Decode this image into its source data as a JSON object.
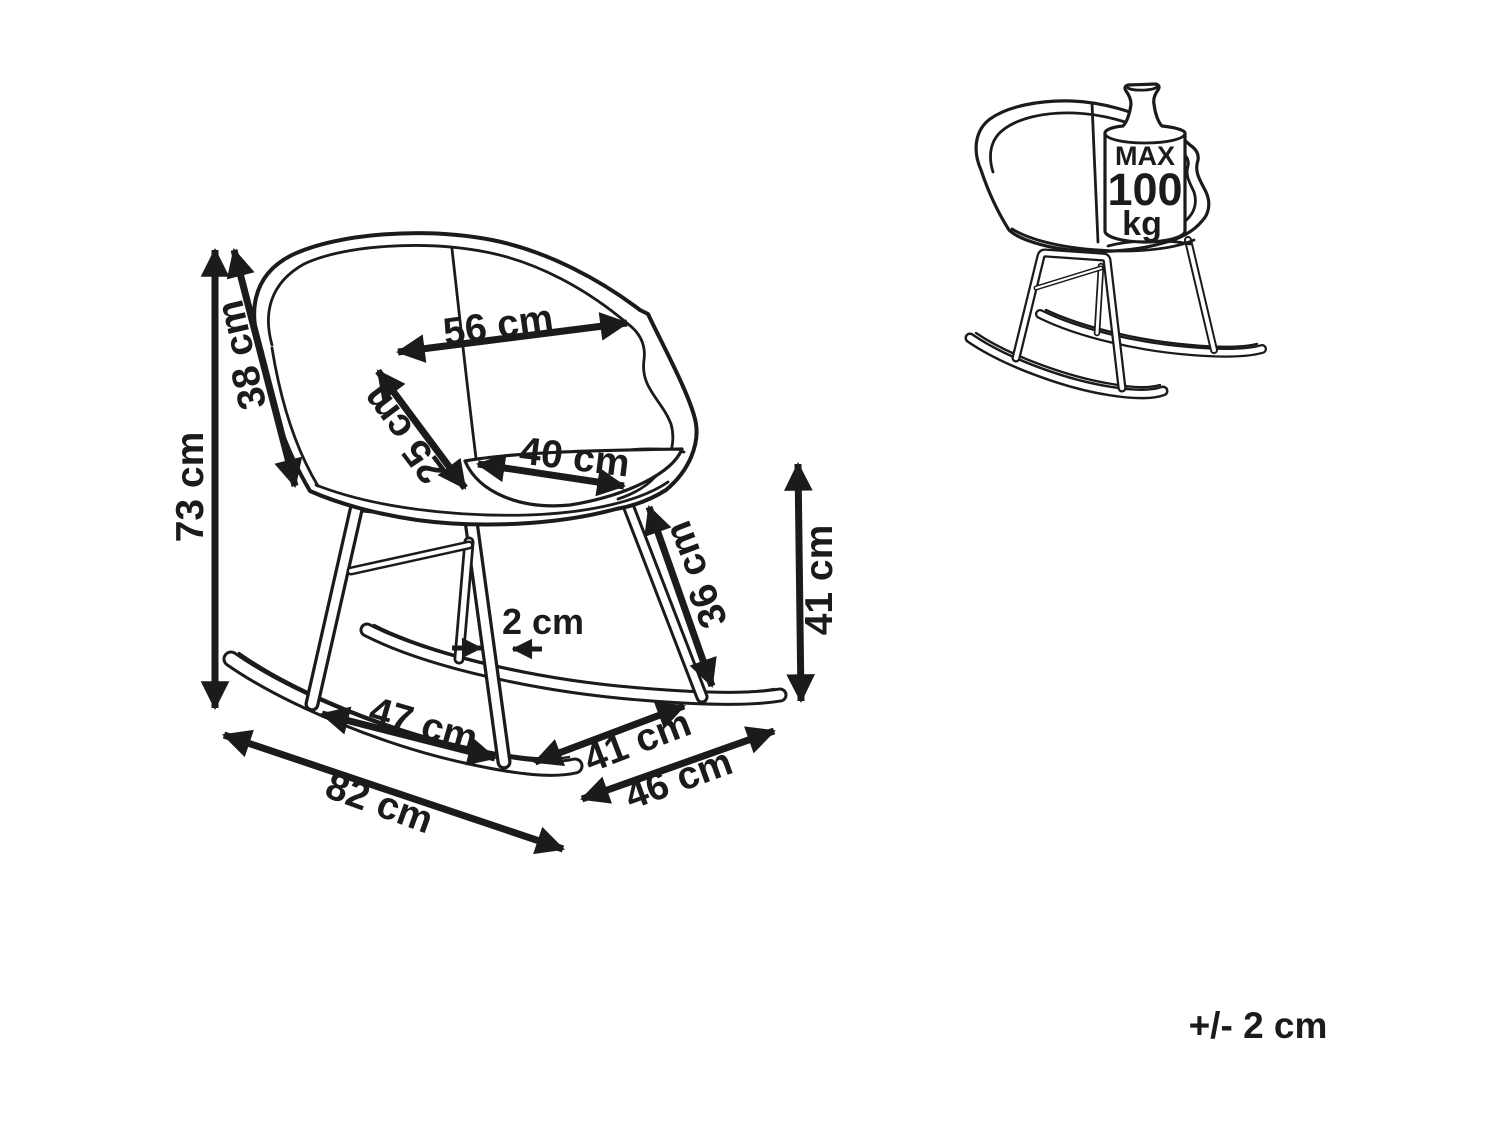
{
  "diagram": {
    "background_color": "#ffffff",
    "line_color": "#1b1b1b",
    "tolerance_note": "+/- 2 cm",
    "weight_limit": {
      "line1": "MAX",
      "line2": "100",
      "line3": "kg"
    },
    "dimensions": {
      "total_height": "73 cm",
      "backrest_height": "38 cm",
      "top_width": "56 cm",
      "backrest_depth": "25 cm",
      "seat_width": "40 cm",
      "leg_length": "36 cm",
      "seat_height": "41 cm",
      "leg_thickness": "2 cm",
      "leg_spacing_on_runner": "47 cm",
      "runner_length": "82 cm",
      "base_depth": "41 cm",
      "base_width": "46 cm"
    }
  }
}
